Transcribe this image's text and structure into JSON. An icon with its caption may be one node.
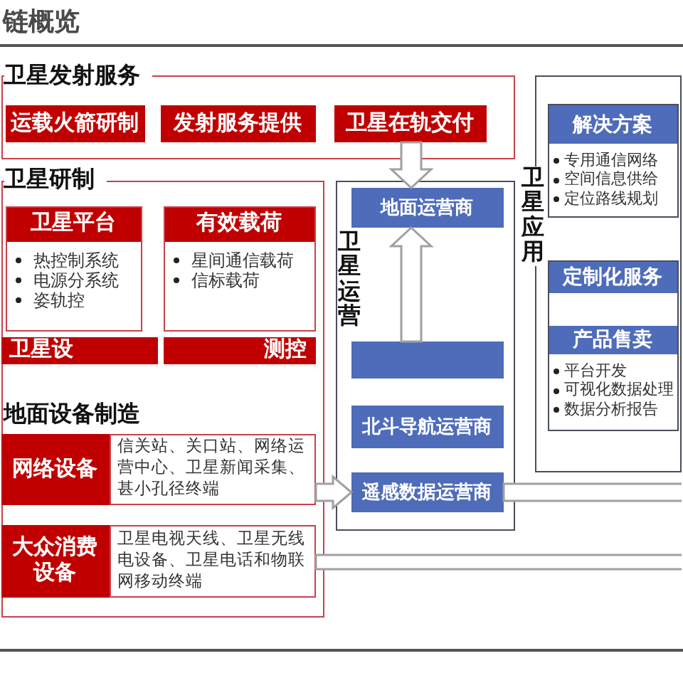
{
  "diagram": {
    "title": "链概览",
    "nodes": [
      {
        "text": [
          "卫星发射服务"
        ]
      },
      {
        "text": [
          "运载火箭研制"
        ],
        "in": 0
      },
      {
        "text": [
          "发射服务提供"
        ],
        "in": 0
      },
      {
        "text": [
          "卫星在轨交付"
        ],
        "in": 0
      },
      {
        "text": [
          "卫星研制",
          "地面设备制造"
        ]
      },
      {
        "text": [
          "卫星平台",
          "热控制系统",
          "电源分系统",
          "姿轨控"
        ],
        "in": 4
      },
      {
        "text": [
          "有效载荷",
          "星间通信载荷",
          "信标载荷"
        ],
        "in": 4
      },
      {
        "text": [
          "卫星设"
        ],
        "in": 4
      },
      {
        "text": [
          "测控"
        ],
        "in": 4
      },
      {
        "text": [
          "网络设备"
        ],
        "in": 4
      },
      {
        "text": [
          "信关站、关口站、网络运营中心、卫星新闻采集、甚小孔径终端"
        ],
        "in": 4
      },
      {
        "text": [
          "大众消费设备"
        ],
        "in": 4
      },
      {
        "text": [
          "卫星电视天线、卫星无线电设备、卫星电话和物联网移动终端"
        ],
        "in": 4
      },
      {
        "text": [
          "卫星运营"
        ]
      },
      {
        "text": [
          "地面运营商"
        ],
        "in": 13
      },
      {
        "text": [],
        "shape": "box",
        "in": 13
      },
      {
        "text": [
          "北斗导航运营商"
        ],
        "in": 13
      },
      {
        "text": [
          "遥感数据运营商"
        ],
        "in": 13
      },
      {
        "text": [
          "卫星应用"
        ]
      },
      {
        "text": [
          "解决方案",
          "专用通信网络",
          "空间信息供给",
          "定位路线规划"
        ],
        "in": 18
      },
      {
        "text": [
          "定制化服务",
          "产品售卖",
          "平台开发",
          "可视化数据处理",
          "数据分析报告"
        ],
        "in": 18
      }
    ],
    "edges": [
      {
        "from": 3,
        "to": 14,
        "arrow": "to"
      },
      {
        "from": 15,
        "to": 14,
        "arrow": "to"
      },
      {
        "from": 10,
        "to": 17,
        "arrow": "to"
      },
      {
        "from": 17,
        "to": null,
        "arrow": "none"
      },
      {
        "from": 12,
        "to": null,
        "arrow": "none"
      }
    ]
  }
}
